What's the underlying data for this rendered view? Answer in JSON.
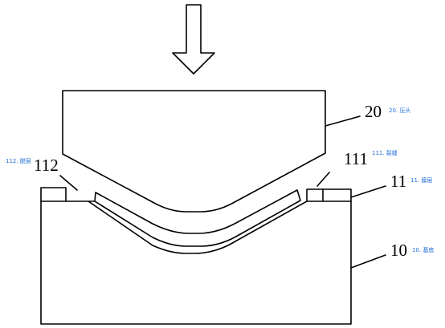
{
  "colors": {
    "line": "#000000",
    "annotation": "#1f6fd8",
    "background": "#ffffff"
  },
  "icons": {
    "press_direction": "down-arrow-icon"
  },
  "labels": {
    "indenter": {
      "number": "20",
      "note": "20. 压头"
    },
    "crack": {
      "number": "111",
      "note": "111. 裂缝"
    },
    "delamination": {
      "number": "112",
      "note": "112. 脱层"
    },
    "film": {
      "number": "11",
      "note": "11. 膜层"
    },
    "substrate": {
      "number": "10",
      "note": "10. 基底"
    }
  }
}
